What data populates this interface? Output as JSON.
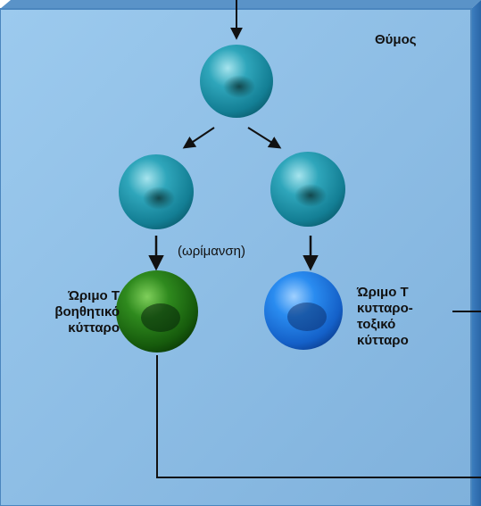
{
  "organ_label": "Θύμος",
  "process_label": "(ωρίμανση)",
  "helper_cell": {
    "lines": [
      "Ώριμο Τ",
      "βοηθητικό",
      "κύτταρο"
    ]
  },
  "cytotoxic_cell": {
    "lines": [
      "Ώριμο Τ",
      "κυτταρο-",
      "τοξικό",
      "κύτταρο"
    ]
  },
  "colors": {
    "thymus_panel": "#8fbfe6",
    "precursor_cell": "#1f9bb0",
    "helper_cell": "#1c6e12",
    "cytotoxic_cell": "#1e78e0",
    "arrow": "#111111"
  }
}
